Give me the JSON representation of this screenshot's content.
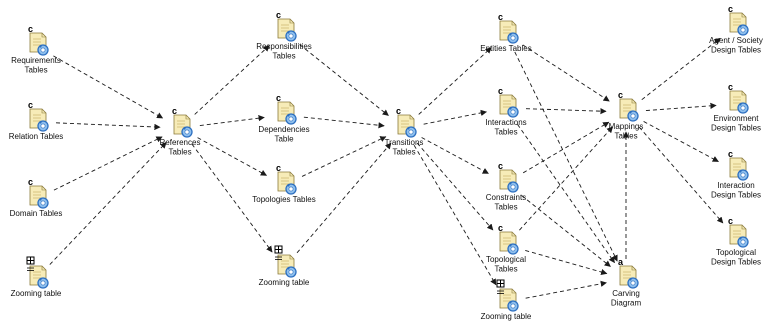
{
  "nodes": {
    "requirements": {
      "label": [
        "Requirements",
        "Tables"
      ],
      "badge": "c"
    },
    "relation": {
      "label": [
        "Relation Tables"
      ],
      "badge": "c"
    },
    "domain": {
      "label": [
        "Domain Tables"
      ],
      "badge": "c"
    },
    "zoom1": {
      "label": [
        "Zooming table"
      ],
      "badge": "grid"
    },
    "references": {
      "label": [
        "References",
        "Tables"
      ],
      "badge": "c"
    },
    "responsibilities": {
      "label": [
        "Responsibilities",
        "Tables"
      ],
      "badge": "c"
    },
    "dependencies": {
      "label": [
        "Dependencies",
        "Table"
      ],
      "badge": "c"
    },
    "topologies": {
      "label": [
        "Topologies Tables"
      ],
      "badge": "c"
    },
    "zoom2": {
      "label": [
        "Zooming table"
      ],
      "badge": "grid"
    },
    "transitions": {
      "label": [
        "Transitions",
        "Tables"
      ],
      "badge": "c"
    },
    "entities": {
      "label": [
        "Entities Tables"
      ],
      "badge": "c"
    },
    "interactions": {
      "label": [
        "Interactions",
        "Tables"
      ],
      "badge": "c"
    },
    "constraints": {
      "label": [
        "Constraints",
        "Tables"
      ],
      "badge": "c"
    },
    "topological": {
      "label": [
        "Topological",
        "Tables"
      ],
      "badge": "c"
    },
    "zoom3": {
      "label": [
        "Zooming table"
      ],
      "badge": "grid"
    },
    "mappings": {
      "label": [
        "Mappings",
        "Tables"
      ],
      "badge": "c"
    },
    "carving": {
      "label": [
        "Carving",
        "Diagram"
      ],
      "badge": "a"
    },
    "agent": {
      "label": [
        "Agent / Society",
        "Design Tables"
      ],
      "badge": "c"
    },
    "environment": {
      "label": [
        "Environment",
        "Design Tables"
      ],
      "badge": "c"
    },
    "interactionDesign": {
      "label": [
        "Interaction",
        "Design Tables"
      ],
      "badge": "c"
    },
    "topologicalDesign": {
      "label": [
        "Topological",
        "Design Tables"
      ],
      "badge": "c"
    }
  },
  "edges": [
    [
      "requirements",
      "references"
    ],
    [
      "relation",
      "references"
    ],
    [
      "domain",
      "references"
    ],
    [
      "zoom1",
      "references"
    ],
    [
      "references",
      "responsibilities"
    ],
    [
      "references",
      "dependencies"
    ],
    [
      "references",
      "topologies"
    ],
    [
      "references",
      "zoom2"
    ],
    [
      "responsibilities",
      "transitions"
    ],
    [
      "dependencies",
      "transitions"
    ],
    [
      "topologies",
      "transitions"
    ],
    [
      "zoom2",
      "transitions"
    ],
    [
      "transitions",
      "entities"
    ],
    [
      "transitions",
      "interactions"
    ],
    [
      "transitions",
      "constraints"
    ],
    [
      "transitions",
      "topological"
    ],
    [
      "transitions",
      "zoom3"
    ],
    [
      "entities",
      "mappings"
    ],
    [
      "interactions",
      "mappings"
    ],
    [
      "constraints",
      "mappings"
    ],
    [
      "topological",
      "mappings"
    ],
    [
      "entities",
      "carving"
    ],
    [
      "interactions",
      "carving"
    ],
    [
      "constraints",
      "carving"
    ],
    [
      "topological",
      "carving"
    ],
    [
      "zoom3",
      "carving"
    ],
    [
      "carving",
      "mappings"
    ],
    [
      "mappings",
      "agent"
    ],
    [
      "mappings",
      "environment"
    ],
    [
      "mappings",
      "interactionDesign"
    ],
    [
      "mappings",
      "topologicalDesign"
    ]
  ],
  "colors": {
    "page": "#f7ecb8",
    "pageEdge": "#8a7a3a",
    "ring": "#2d6fc0",
    "ringLight": "#8fc0ee"
  }
}
